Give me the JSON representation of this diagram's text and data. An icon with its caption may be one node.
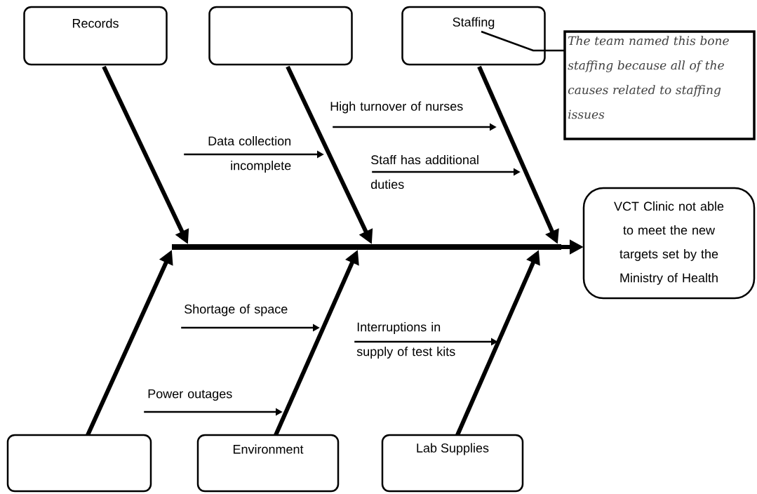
{
  "diagram": {
    "nodes": [
      {
        "text": [
          "Records"
        ]
      },
      {
        "text": [],
        "shape": "box"
      },
      {
        "text": [
          "Staffing"
        ]
      },
      {
        "text": [
          "The team named this bone staffing because all of the causes related to staffing issues"
        ]
      },
      {
        "text": [
          "High turnover of nurses"
        ]
      },
      {
        "text": [
          "Data collection incomplete"
        ]
      },
      {
        "text": [
          "Staff has additional duties"
        ]
      },
      {
        "text": [
          "VCT Clinic not able to meet the new targets set by the Ministry of Health"
        ]
      },
      {
        "text": [],
        "shape": "bar"
      },
      {
        "text": [
          "Shortage of space"
        ]
      },
      {
        "text": [
          "Interruptions in supply of test kits"
        ]
      },
      {
        "text": [
          "Power outages"
        ]
      },
      {
        "text": [],
        "shape": "box"
      },
      {
        "text": [
          "Environment"
        ]
      },
      {
        "text": [
          "Lab Supplies"
        ]
      }
    ],
    "edges": [
      {
        "from": 0,
        "to": 8,
        "arrow": "to",
        "style": "thick"
      },
      {
        "from": 1,
        "to": 8,
        "arrow": "to",
        "style": "thick"
      },
      {
        "from": 2,
        "to": 8,
        "arrow": "to",
        "style": "thick"
      },
      {
        "from": 12,
        "to": 8,
        "arrow": "to",
        "style": "thick"
      },
      {
        "from": 13,
        "to": 8,
        "arrow": "to",
        "style": "thick"
      },
      {
        "from": 14,
        "to": 8,
        "arrow": "to",
        "style": "thick"
      },
      {
        "from": 8,
        "to": 7,
        "arrow": "to",
        "style": "thick"
      },
      {
        "from": 3,
        "to": 2,
        "arrow": "none"
      },
      {
        "from": 4,
        "to": null,
        "arrow": "to"
      },
      {
        "from": 5,
        "to": null,
        "arrow": "to"
      },
      {
        "from": 6,
        "to": null,
        "arrow": "to"
      },
      {
        "from": 9,
        "to": null,
        "arrow": "to"
      },
      {
        "from": 10,
        "to": null,
        "arrow": "to"
      },
      {
        "from": 11,
        "to": null,
        "arrow": "to"
      }
    ]
  }
}
